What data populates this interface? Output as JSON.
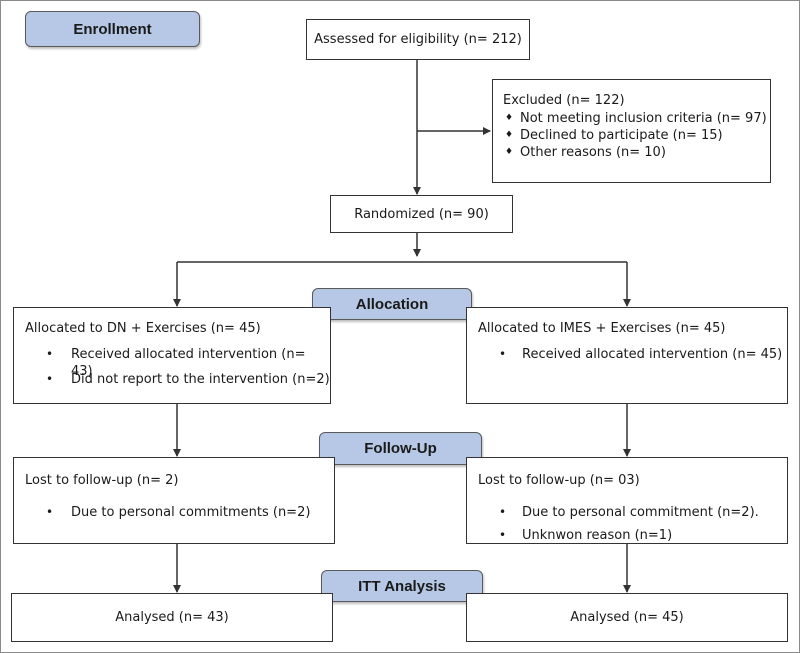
{
  "stages": {
    "enrollment": "Enrollment",
    "allocation": "Allocation",
    "follow_up": "Follow-Up",
    "itt_analysis": "ITT Analysis"
  },
  "assessed": "Assessed for eligibility (n= 212)",
  "excluded": {
    "title": "Excluded (n= 122)",
    "items": [
      "Not meeting inclusion criteria (n= 97)",
      "Declined to participate (n= 15)",
      "Other reasons (n= 10)"
    ]
  },
  "randomized": "Randomized (n= 90)",
  "left": {
    "allocated": "Allocated to DN + Exercises (n= 45)",
    "allocated_items": [
      "Received allocated intervention (n= 43)",
      "Did not report to the intervention (n=2)"
    ],
    "lost": "Lost to follow-up (n= 2)",
    "lost_items": [
      "Due to personal commitments (n=2)"
    ],
    "analysed": "Analysed (n= 43)"
  },
  "right": {
    "allocated": "Allocated to IMES + Exercises (n= 45)",
    "allocated_items": [
      "Received allocated intervention (n= 45)"
    ],
    "lost": "Lost to follow-up (n= 03)",
    "lost_items": [
      "Due to personal commitment (n=2).",
      "Unknwon reason (n=1)"
    ],
    "analysed": "Analysed (n= 45)"
  },
  "bullet_symbol": "•",
  "excluded_bullet_symbol": "♦",
  "colors": {
    "stage_fill": "#b6c8e6",
    "line": "#333333"
  }
}
